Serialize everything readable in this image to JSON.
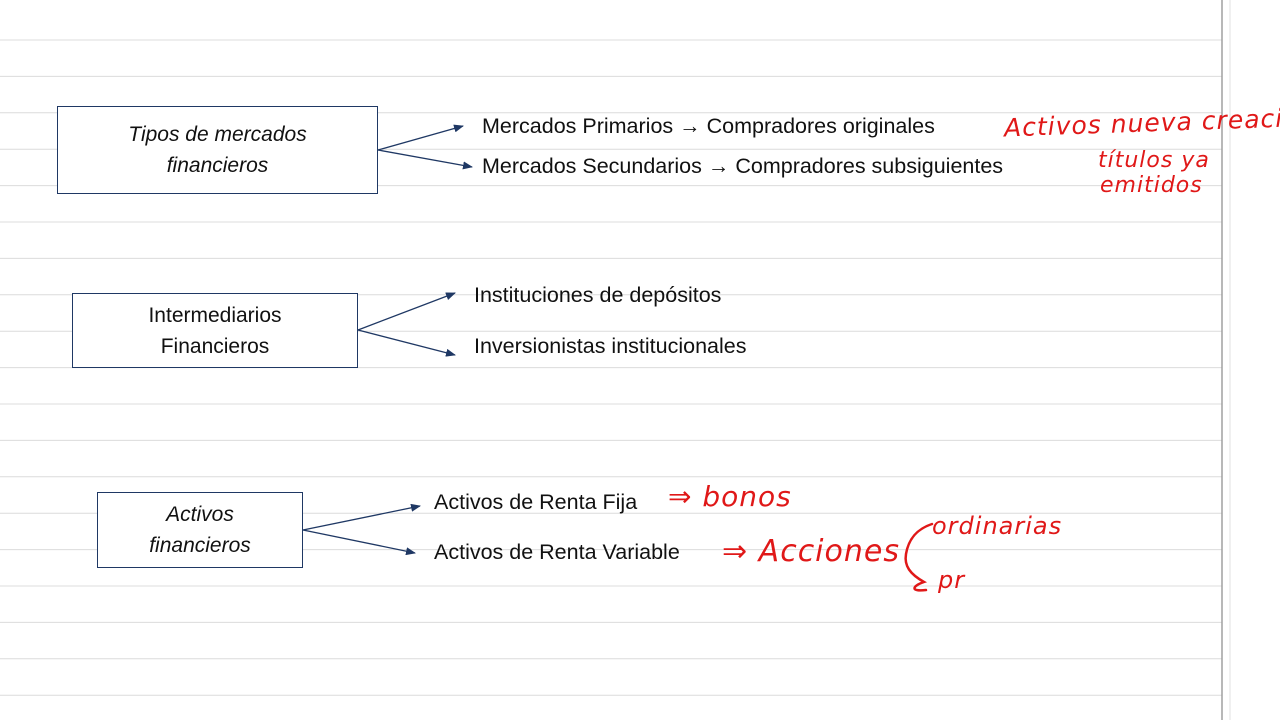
{
  "colors": {
    "ink": "#111111",
    "box_border": "#1f3864",
    "arrow": "#1f3864",
    "rule": "#dcdcdc",
    "annotation": "#e01818"
  },
  "groups": [
    {
      "box_lines": [
        "Tipos de mercados",
        "financieros"
      ],
      "italic": true,
      "items": [
        "Mercados Primarios → Compradores originales",
        "Mercados Secundarios → Compradores subsiguientes"
      ]
    },
    {
      "box_lines": [
        "Intermediarios",
        "Financieros"
      ],
      "italic": false,
      "items": [
        "Instituciones de depósitos",
        "Inversionistas institucionales"
      ]
    },
    {
      "box_lines": [
        "Activos",
        "financieros"
      ],
      "italic": true,
      "items": [
        "Activos de Renta Fija",
        "Activos de Renta Variable"
      ]
    }
  ],
  "annotations": {
    "nueva_creacion": "Activos nueva creación",
    "titulos_line1": "títulos ya",
    "titulos_line2": "emitidos",
    "bonos": "⇒ bonos",
    "acciones": "⇒ Acciones",
    "ordinarias": "ordinarias",
    "pr": "pr"
  }
}
